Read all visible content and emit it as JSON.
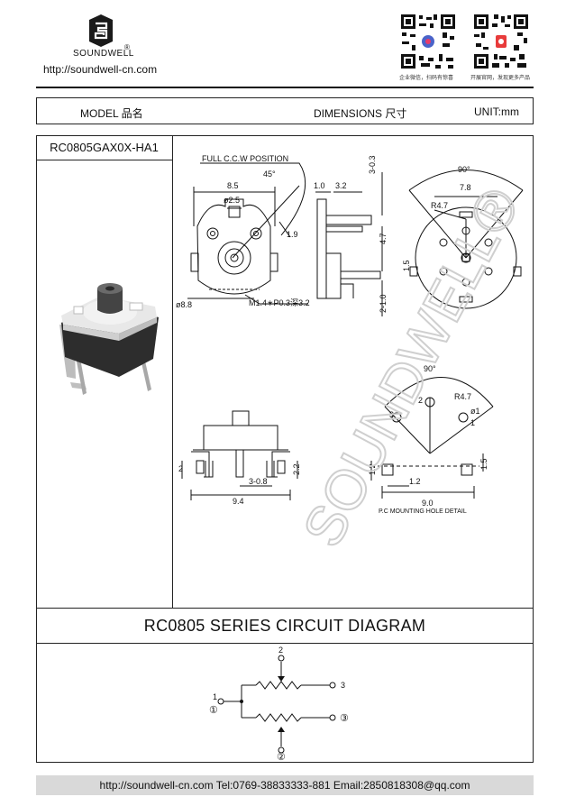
{
  "header": {
    "brand": "SOUNDWELL",
    "registered_mark": "®",
    "website": "http://soundwell-cn.com",
    "qr_captions": [
      "企业微信，扫码有惊喜",
      "开展官网，发现更多产品"
    ]
  },
  "table_header": {
    "model_label": "MODEL 品名",
    "dimensions_label": "DIMENSIONS 尺寸",
    "unit_label": "UNIT:mm"
  },
  "model_name": "RC0805GAX0X-HA1",
  "drawing": {
    "full_label": "FULL C.C.W POSITION",
    "angle_45": "45°",
    "dim_8_5": "8.5",
    "dim_phi2_5": "ø2.5",
    "dim_1_9": "1.9",
    "dim_phi8_8": "ø8.8",
    "thread": "M1.4∗P0.3深3.2",
    "dim_1_0": "1.0",
    "dim_3_2": "3.2",
    "dim_3_03": "3-0.3",
    "dim_4_7": "4.7",
    "dim_1_5": "1.5",
    "dim_2_10": "2-1.0",
    "angle_90": "90°",
    "dim_7_8": "7.8",
    "dim_r4_7": "R4.7",
    "dim_2": "2",
    "dim_3_08": "3-0.8",
    "dim_2_2": "2.2",
    "dim_9_4": "9.4",
    "pc_angle": "90°",
    "pc_r4_7": "R4.7",
    "pc_phi1": "ø1",
    "pc_1_2a": "1.2",
    "pc_1_2b": "1.2",
    "pc_1_5": "1.5",
    "pc_9_0": "9.0",
    "pc_pin3": "3",
    "pc_pin1": "1",
    "pc_pin2": "2",
    "pc_caption": "P.C MOUNTING HOLE DETAIL",
    "watermark": "SOUNDWELL®"
  },
  "circuit": {
    "title": "RC0805 SERIES CIRCUIT DIAGRAM",
    "pin_top": "2",
    "pin_left": "1",
    "pin_left_circled": "①",
    "pin_right_top": "3",
    "pin_right_bottom": "③",
    "pin_bottom_circled": "②"
  },
  "footer": {
    "contact": "http://soundwell-cn.com  Tel:0769-38833333-881  Email:2850818308@qq.com"
  }
}
